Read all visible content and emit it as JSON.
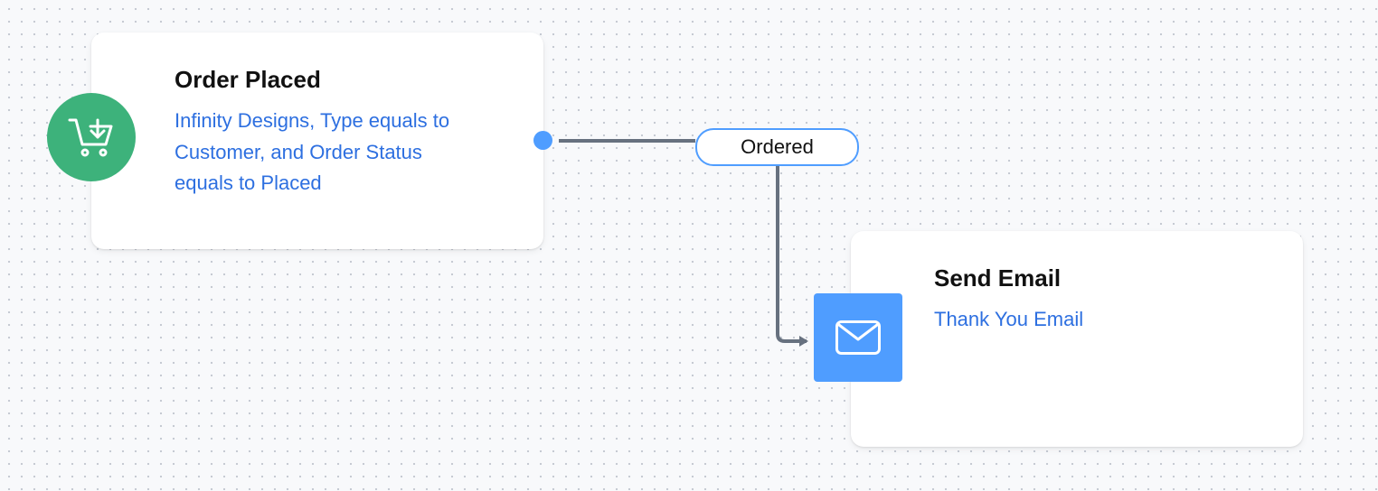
{
  "workflow": {
    "trigger": {
      "title": "Order Placed",
      "description": "Infinity Designs, Type equals to Customer, and Order Status equals to Placed",
      "icon": "cart-download-icon",
      "icon_color": "#3db27b"
    },
    "edge": {
      "label": "Ordered",
      "border_color": "#4f9dff",
      "line_color": "#67717f"
    },
    "action": {
      "title": "Send Email",
      "description": "Thank You Email",
      "icon": "envelope-icon",
      "icon_color": "#4f9dff"
    },
    "connector_color": "#4f9dff",
    "link_color": "#2d6fe0"
  }
}
